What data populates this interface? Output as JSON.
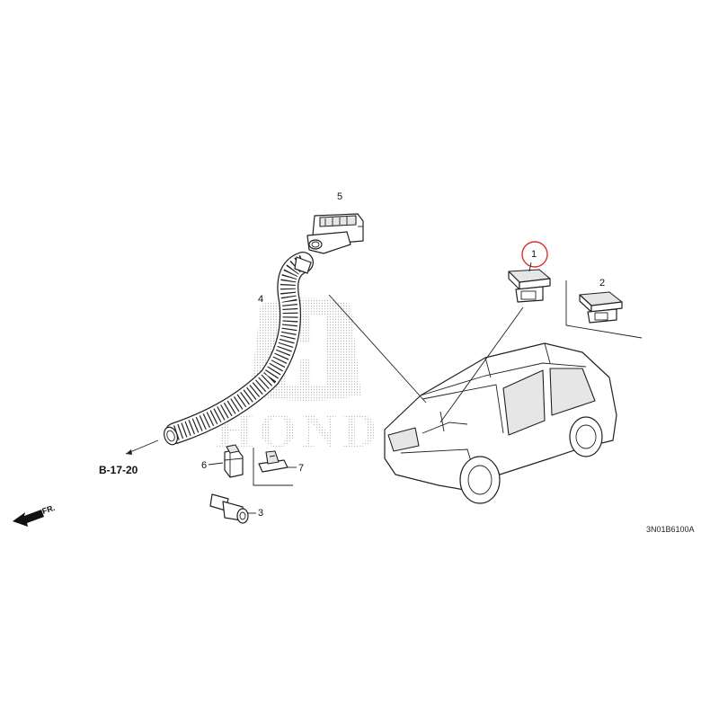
{
  "watermark": {
    "text": "HONDA"
  },
  "parts": [
    {
      "number": "1",
      "highlighted": true
    },
    {
      "number": "2"
    },
    {
      "number": "3"
    },
    {
      "number": "4"
    },
    {
      "number": "5"
    },
    {
      "number": "6"
    },
    {
      "number": "7"
    }
  ],
  "reference": {
    "text": "B-17-20"
  },
  "direction": {
    "text": "FR."
  },
  "diagram_code": {
    "text": "3N01B6100A"
  },
  "colors": {
    "ink": "#222222",
    "highlight_circle": "#d9302c",
    "watermark": "#c9c9c9"
  }
}
